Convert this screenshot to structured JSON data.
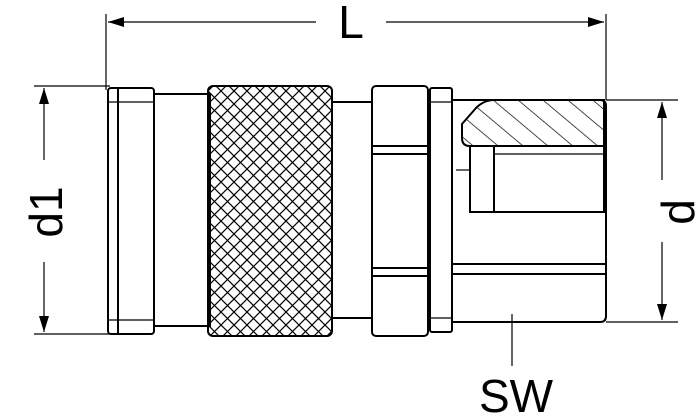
{
  "labels": {
    "length": "L",
    "outer_diameter": "d1",
    "thread_diameter": "d",
    "wrench_size": "SW"
  }
}
